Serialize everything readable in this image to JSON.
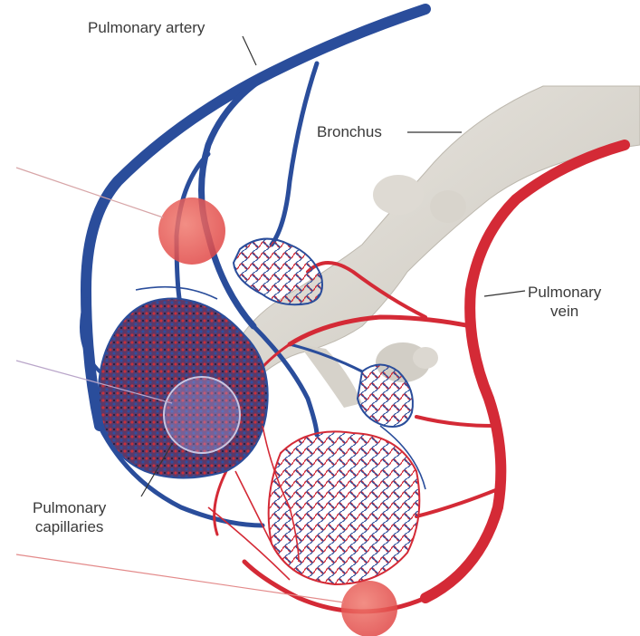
{
  "labels": {
    "pulmonary_artery": "Pulmonary artery",
    "bronchus": "Bronchus",
    "pulmonary_vein_line1": "Pulmonary",
    "pulmonary_vein_line2": "vein",
    "pulmonary_capillaries_line1": "Pulmonary",
    "pulmonary_capillaries_line2": "capillaries"
  },
  "colors": {
    "artery_blue": "#2a4d9b",
    "vein_red": "#d42a36",
    "bronchus_gray": "#dcd8d0",
    "marker_red": "#e8504e",
    "label_text": "#3a3a3a"
  }
}
